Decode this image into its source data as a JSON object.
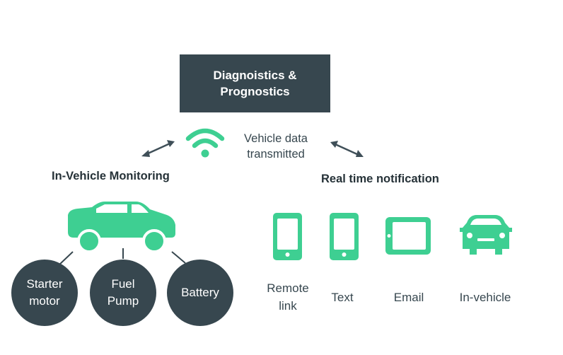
{
  "top_box": {
    "text": "Diagnoistics &\nPrognostics"
  },
  "transmit_text": "Vehicle data\ntransmitted",
  "left_heading": "In-Vehicle Monitoring",
  "right_heading": "Real time notification",
  "components": [
    {
      "label": "Starter\nmotor"
    },
    {
      "label": "Fuel\nPump"
    },
    {
      "label": "Battery"
    }
  ],
  "notifications": [
    {
      "label": "Remote\nlink",
      "icon": "phone-icon"
    },
    {
      "label": "Text",
      "icon": "phone-icon"
    },
    {
      "label": "Email",
      "icon": "tablet-icon"
    },
    {
      "label": "In-vehicle",
      "icon": "car-front-icon"
    }
  ],
  "colors": {
    "dark": "#37474f",
    "accent": "#3ecf92",
    "arrow": "#3f4f58"
  }
}
